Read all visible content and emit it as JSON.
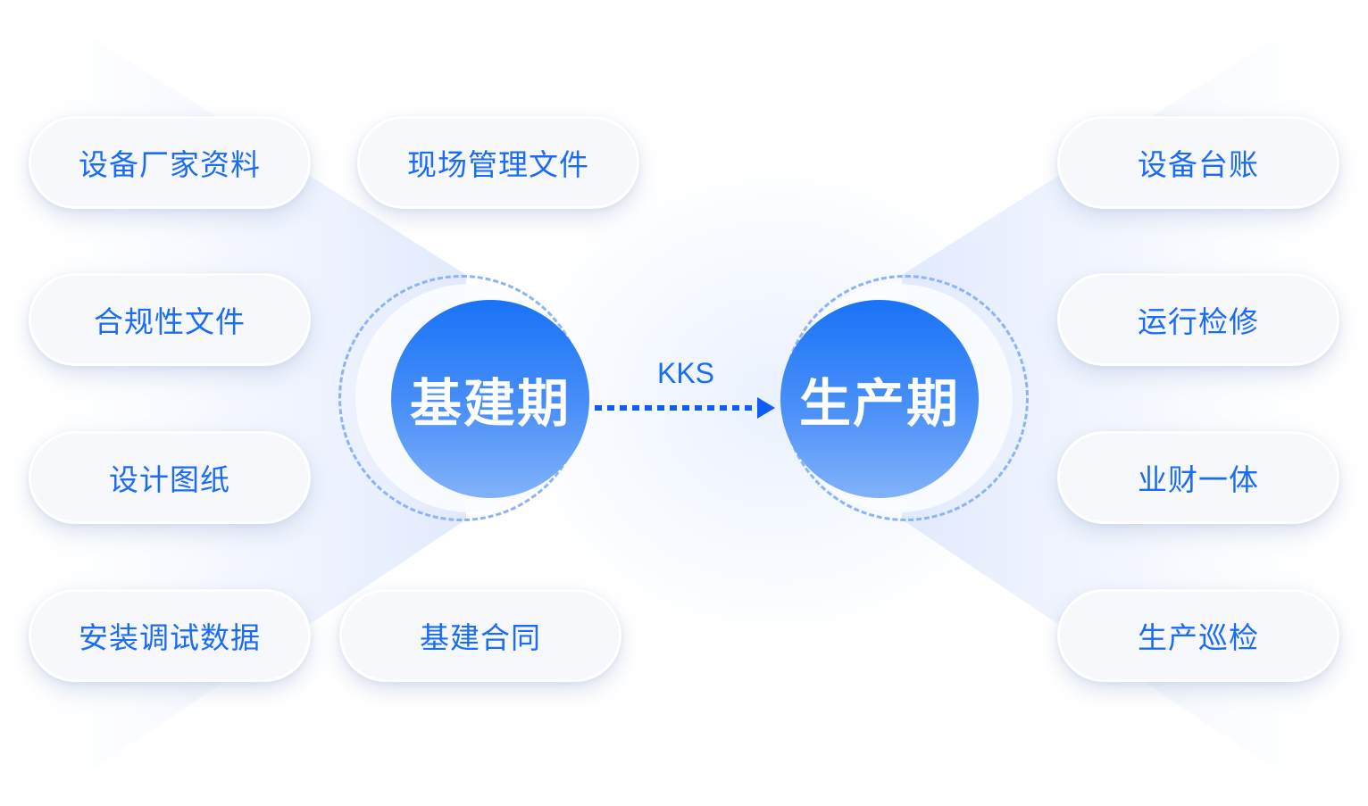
{
  "colors": {
    "accent": "#1a6cf5",
    "node_gradient_top": "#1973f7",
    "node_gradient_bottom": "#82b2fb",
    "dashed_ring": "#8db3f7",
    "pill_background": "#f6f8fb",
    "arrow": "#0c5ef5"
  },
  "left_group": {
    "items": [
      {
        "label": "设备厂家资料"
      },
      {
        "label": "现场管理文件"
      },
      {
        "label": "合规性文件"
      },
      {
        "label": "设计图纸"
      },
      {
        "label": "安装调试数据"
      },
      {
        "label": "基建合同"
      }
    ]
  },
  "center": {
    "source_node": {
      "label": "基建期"
    },
    "target_node": {
      "label": "生产期"
    },
    "connector": {
      "label": "KKS",
      "icon": "dotted-arrow-right-icon"
    }
  },
  "right_group": {
    "items": [
      {
        "label": "设备台账"
      },
      {
        "label": "运行检修"
      },
      {
        "label": "业财一体"
      },
      {
        "label": "生产巡检"
      }
    ]
  }
}
